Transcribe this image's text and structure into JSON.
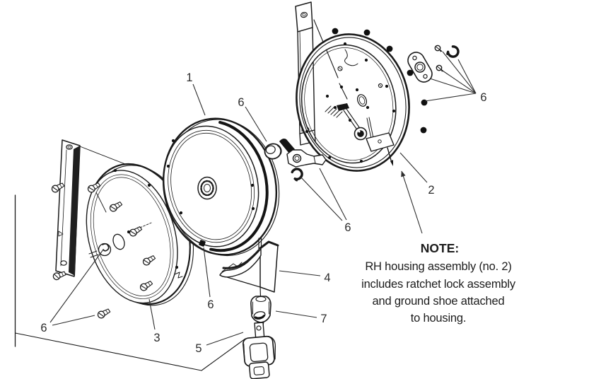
{
  "diagram": {
    "background": "#ffffff",
    "line_color": "#1a1a1a",
    "label_color": "#2b2b2b",
    "callouts": [
      {
        "label": "1"
      },
      {
        "label": "2"
      },
      {
        "label": "3"
      },
      {
        "label": "4"
      },
      {
        "label": "5"
      },
      {
        "label": "6"
      },
      {
        "label": "6"
      },
      {
        "label": "6"
      },
      {
        "label": "6"
      },
      {
        "label": "6"
      },
      {
        "label": "7"
      }
    ],
    "note": {
      "heading": "NOTE:",
      "lines": [
        "RH housing assembly (no. 2)",
        "includes ratchet lock assembly",
        "and ground shoe attached",
        "to housing."
      ]
    }
  }
}
